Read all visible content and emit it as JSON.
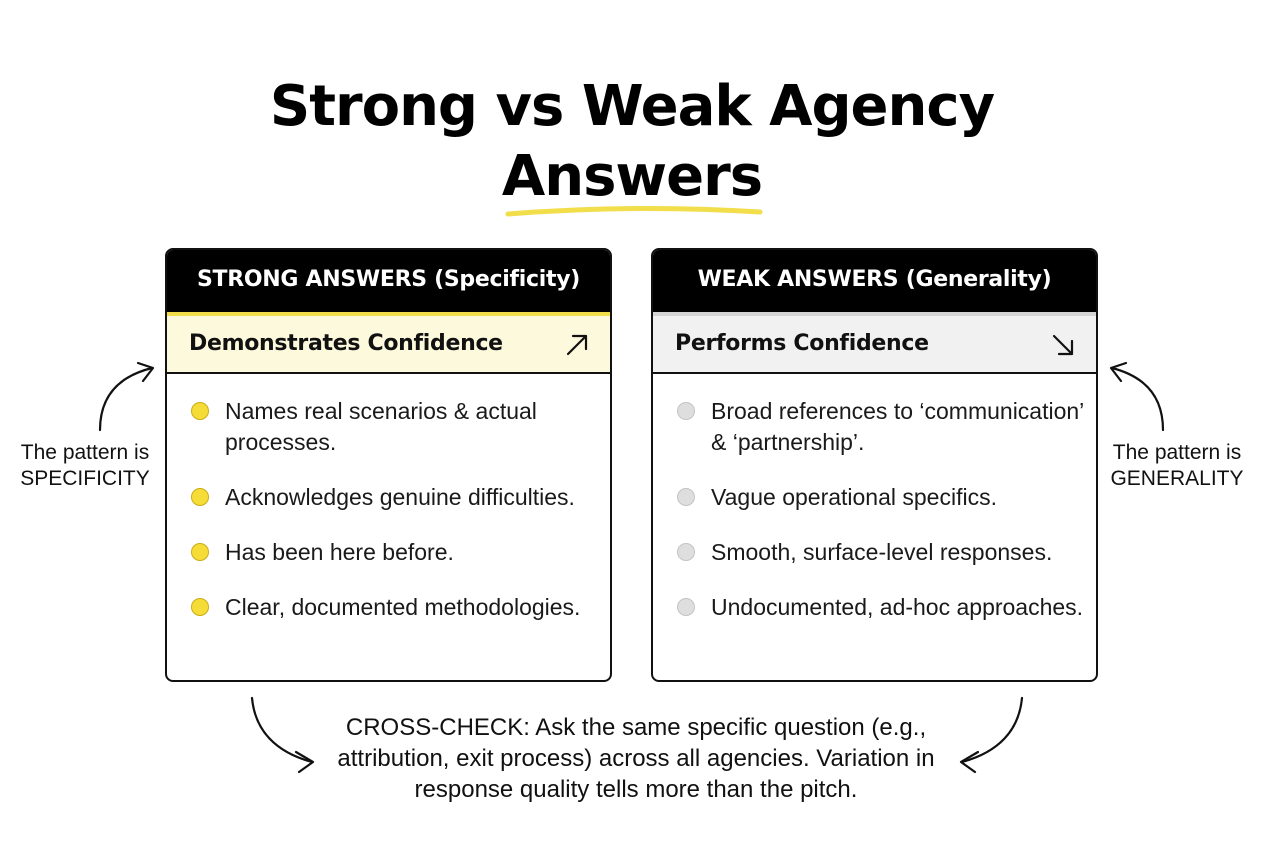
{
  "title": {
    "line1": "Strong vs Weak Agency",
    "line2": "Answers"
  },
  "colors": {
    "accent_yellow": "#f2dd4b",
    "dot_yellow": "#f6dc37",
    "dot_gray": "#dedede",
    "header_black": "#000000"
  },
  "strong": {
    "header": "STRONG ANSWERS (Specificity)",
    "subheader": "Demonstrates Confidence",
    "trend_icon": "arrow-up-right-icon",
    "items": [
      "Names real scenarios & actual processes.",
      "Acknowledges genuine difficulties.",
      "Has been here before.",
      "Clear, documented methodologies."
    ]
  },
  "weak": {
    "header": "WEAK ANSWERS (Generality)",
    "subheader": "Performs Confidence",
    "trend_icon": "arrow-down-right-icon",
    "items": [
      "Broad references to ‘communication’ & ‘partnership’.",
      "Vague operational specifics.",
      "Smooth, surface-level responses.",
      "Undocumented, ad-hoc approaches."
    ]
  },
  "side_left": {
    "line1": "The pattern is",
    "line2": "SPECIFICITY"
  },
  "side_right": {
    "line1": "The pattern is",
    "line2": "GENERALITY"
  },
  "cross_check": "CROSS-CHECK: Ask the same specific question (e.g., attribution, exit process) across all agencies. Variation in response quality tells more than the pitch."
}
